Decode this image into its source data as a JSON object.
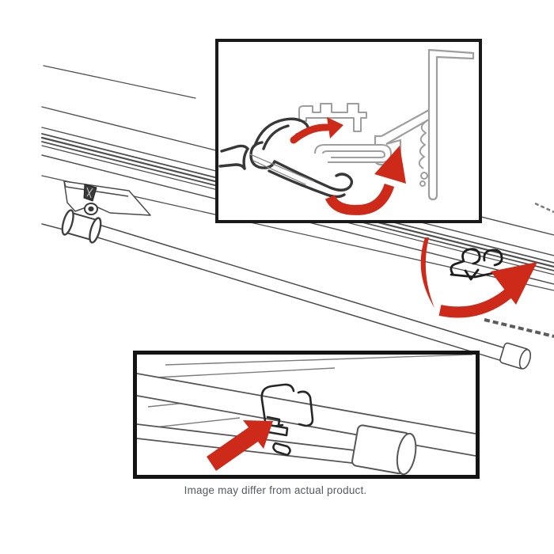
{
  "caption": {
    "text": "Image may differ from actual product."
  },
  "colors": {
    "arrow_red": "#cd2a19",
    "outline_dark": "#383838",
    "outline_gray": "#9e9e9e",
    "line_medium": "#4f4f4f",
    "panel_border": "#1a1a1a",
    "caption_text": "#565a61",
    "background": "#ffffff"
  },
  "panels": {
    "main_scene": {
      "role": "awning rail in perspective with mounting bracket, clamp sleeve, rafter pole and snap-on clip",
      "icons": [
        "motion-crescent-icon",
        "curved-swoosh-arrow-icon",
        "rail-clip-icon"
      ]
    },
    "top_inset": {
      "role": "cross-section detail: clip profile rotates and hooks into the awning rail extrusion",
      "icons": [
        "insert-arrow-icon",
        "rotate-arrow-icon"
      ]
    },
    "bottom_inset": {
      "role": "close-up: clip snapped onto rail tube above the rafter pole",
      "icons": [
        "push-arrow-icon"
      ]
    }
  }
}
